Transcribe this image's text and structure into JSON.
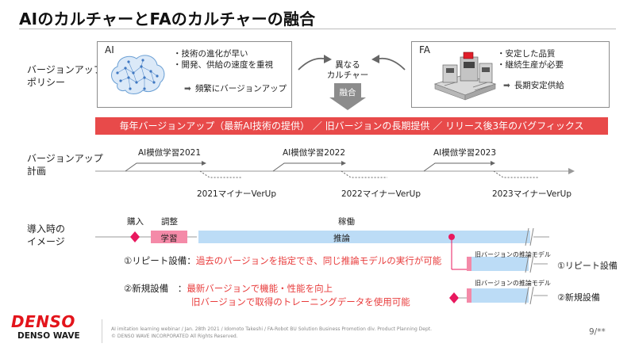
{
  "title": "AIのカルチャーとFAのカルチャーの融合",
  "rows": {
    "policy": "バージョンアップ\nポリシー",
    "plan": "バージョンアップ\n計画",
    "intro": "導入時の\nイメージ"
  },
  "ai_box": {
    "tag": "AI",
    "bullets": [
      "・技術の進化が早い",
      "・開発、供給の速度を重視"
    ],
    "note": "頻繁にバージョンアップ"
  },
  "fa_box": {
    "tag": "FA",
    "bullets": [
      "・安定した品質",
      "・継続生産が必要"
    ],
    "note": "長期安定供給"
  },
  "center": {
    "caption": "異なる\nカルチャー",
    "merge": "融合"
  },
  "red_banner": "毎年バージョンアップ（最新AI技術の提供） ／ 旧バージョンの長期提供 ／ リリース後3年のバグフィックス",
  "plan_timeline": {
    "majors": [
      "AI模倣学習2021",
      "AI模倣学習2022",
      "AI模倣学習2023"
    ],
    "minors": [
      "2021マイナーVerUp",
      "2022マイナーVerUp",
      "2023マイナーVerUp"
    ]
  },
  "intro_timeline": {
    "purchase": "購入",
    "adjust": "調整",
    "operation": "稼働",
    "learning": "学習",
    "inference": "推論",
    "old_model_1": "旧バージョンの推論モデル",
    "old_model_2": "旧バージョンの推論モデル",
    "repeat_label": "①リピート設備",
    "new_label": "②新規設備"
  },
  "notes": {
    "repeat_head": "①リピート設備：",
    "repeat_body": "過去のバージョンを指定でき、同じ推論モデルの実行が可能",
    "new_head": "②新規設備　：",
    "new_body_1": "最新バージョンで機能・性能を向上",
    "new_body_2": "旧バージョンで取得のトレーニングデータを使用可能"
  },
  "footer": {
    "logo": "DENSO",
    "sub": "DENSO WAVE",
    "line1": "AI imitation learning webinar / Jan. 28th 2021 / Idomoto Takeshi / FA-Robot BU Solution Business Promotion div. Product Planning Dept.",
    "line2": "© DENSO WAVE INCORPORATED All Rights Reserved.",
    "page": "9/**"
  },
  "colors": {
    "red": "#e84a4a",
    "blue_bar": "#bcdcf6",
    "pink": "#e8185e",
    "gray_arrow": "#888888"
  },
  "icons": [
    "ai-brain-icon",
    "fa-machine-icon",
    "arrow-right-icon",
    "merge-down-arrow-icon"
  ]
}
